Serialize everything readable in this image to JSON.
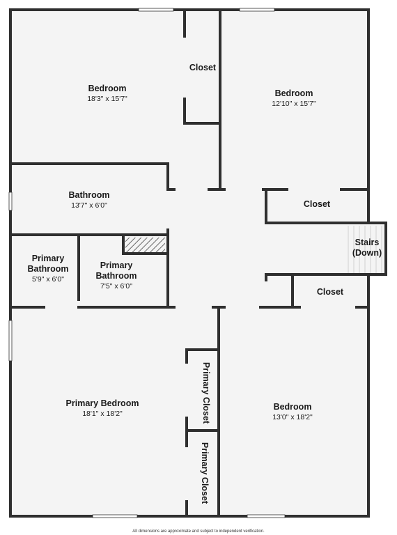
{
  "colors": {
    "wall": "#2f2f2f",
    "floor": "#f4f4f4",
    "window": "#ffffff",
    "hatch": "#6a6a6a",
    "background": "#ffffff"
  },
  "rooms": {
    "bedroom_nw": {
      "name": "Bedroom",
      "dims": "18'3\" x 15'7\""
    },
    "closet_top": {
      "name": "Closet"
    },
    "bedroom_ne": {
      "name": "Bedroom",
      "dims": "12'10\" x 15'7\""
    },
    "bathroom": {
      "name": "Bathroom",
      "dims": "13'7\" x 6'0\""
    },
    "closet_hall": {
      "name": "Closet"
    },
    "stairs": {
      "line1": "Stairs",
      "line2": "(Down)"
    },
    "primary_bath_left": {
      "line1": "Primary",
      "line2": "Bathroom",
      "dims": "5'9\" x 6'0\""
    },
    "primary_bath_right": {
      "line1": "Primary",
      "line2": "Bathroom",
      "dims": "7'5\" x 6'0\""
    },
    "closet_mid": {
      "name": "Closet"
    },
    "primary_bedroom": {
      "name": "Primary Bedroom",
      "dims": "18'1\" x 18'2\""
    },
    "primary_closet_1": {
      "name": "Primary Closet"
    },
    "primary_closet_2": {
      "name": "Primary Closet"
    },
    "bedroom_se": {
      "name": "Bedroom",
      "dims": "13'0\" x 18'2\""
    }
  },
  "footnote": "All dimensions are approximate and subject to independent verification."
}
